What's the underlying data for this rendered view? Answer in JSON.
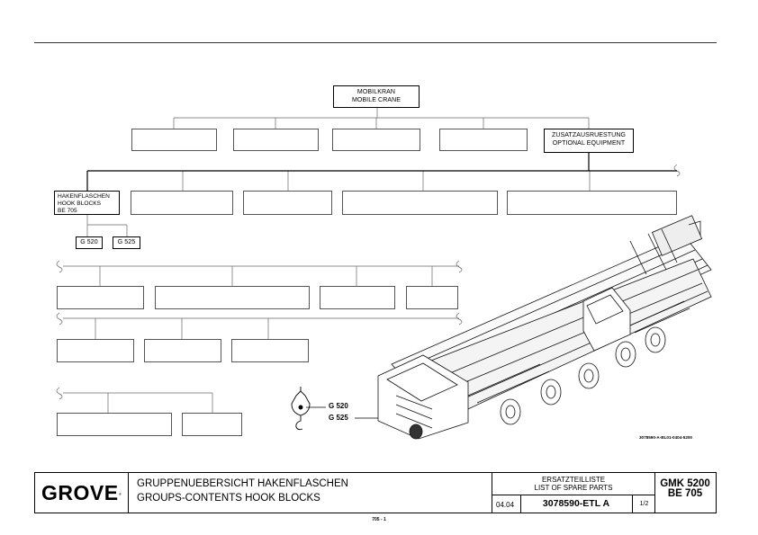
{
  "tree": {
    "root": {
      "line1": "MOBILKRAN",
      "line2": "MOBILE CRANE"
    },
    "optional": {
      "line1": "ZUSATZAUSRUESTUNG",
      "line2": "OPTIONAL EQUIPMENT"
    },
    "hook_blocks": {
      "line1": "HAKENFLASCHEN",
      "line2": "HOOK BLOCKS",
      "line3": "BE  705"
    },
    "sub1": "G 520",
    "sub2": "G 525"
  },
  "callouts": {
    "c1": "G 520",
    "c2": "G 525"
  },
  "drawing_ref": "3078590-A-BL01-0404-5200",
  "title_block": {
    "logo": "GROVE",
    "title_de": "GRUPPENUEBERSICHT HAKENFLASCHEN",
    "title_en": "GROUPS-CONTENTS HOOK BLOCKS",
    "list_de": "ERSATZTEILLISTE",
    "list_en": "LIST OF SPARE PARTS",
    "date": "04.04",
    "doc_no": "3078590-ETL A",
    "sheet": "1/2",
    "model": "GMK 5200",
    "be": "BE 705"
  },
  "page_no": "705 - 1"
}
